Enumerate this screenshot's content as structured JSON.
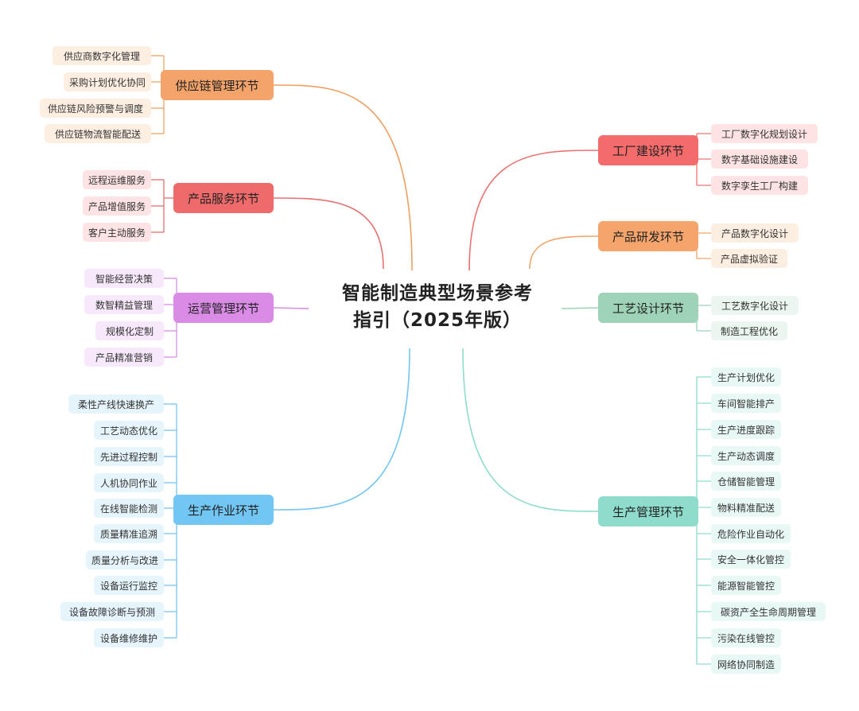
{
  "title": {
    "line1": "智能制造典型场景参考",
    "line2": "指引（2025年版）"
  },
  "branches": [
    {
      "key": "supply",
      "label": "供应链管理环节",
      "color": "#f4a46a",
      "leaf_bg": "#fdeee2",
      "line": "#f0a060",
      "items": [
        "供应商数字化管理",
        "采购计划优化协同",
        "供应链风险预警与调度",
        "供应链物流智能配送"
      ]
    },
    {
      "key": "service",
      "label": "产品服务环节",
      "color": "#ef6b6b",
      "leaf_bg": "#fde3e3",
      "line": "#e87070",
      "items": [
        "远程运维服务",
        "产品增值服务",
        "客户主动服务"
      ]
    },
    {
      "key": "ops",
      "label": "运营管理环节",
      "color": "#d98be6",
      "leaf_bg": "#f7e9fb",
      "line": "#d98be6",
      "items": [
        "智能经营决策",
        "数智精益管理",
        "规模化定制",
        "产品精准营销"
      ]
    },
    {
      "key": "production",
      "label": "生产作业环节",
      "color": "#72c6f3",
      "leaf_bg": "#e6f5fc",
      "line": "#72c6f3",
      "items": [
        "柔性产线快速换产",
        "工艺动态优化",
        "先进过程控制",
        "人机协同作业",
        "在线智能检测",
        "质量精准追溯",
        "质量分析与改进",
        "设备运行监控",
        "设备故障诊断与预测",
        "设备维修维护"
      ]
    },
    {
      "key": "factory",
      "label": "工厂建设环节",
      "color": "#f36b6b",
      "leaf_bg": "#fde3e3",
      "line": "#ec7272",
      "items": [
        "工厂数字化规划设计",
        "数字基础设施建设",
        "数字孪生工厂构建"
      ]
    },
    {
      "key": "rnd",
      "label": "产品研发环节",
      "color": "#f5a56c",
      "leaf_bg": "#fdeee2",
      "line": "#f2a468",
      "items": [
        "产品数字化设计",
        "产品虚拟验证"
      ]
    },
    {
      "key": "process",
      "label": "工艺设计环节",
      "color": "#9fd3b8",
      "leaf_bg": "#eaf6ef",
      "line": "#9fd3b8",
      "items": [
        "工艺数字化设计",
        "制造工程优化"
      ]
    },
    {
      "key": "mgmt",
      "label": "生产管理环节",
      "color": "#8fdccd",
      "leaf_bg": "#e8f8f4",
      "line": "#8fdccd",
      "items": [
        "生产计划优化",
        "车间智能排产",
        "生产进度跟踪",
        "生产动态调度",
        "仓储智能管理",
        "物料精准配送",
        "危险作业自动化",
        "安全一体化管控",
        "能源智能管控",
        "碳资产全生命周期管理",
        "污染在线管控",
        "网络协同制造"
      ]
    }
  ]
}
